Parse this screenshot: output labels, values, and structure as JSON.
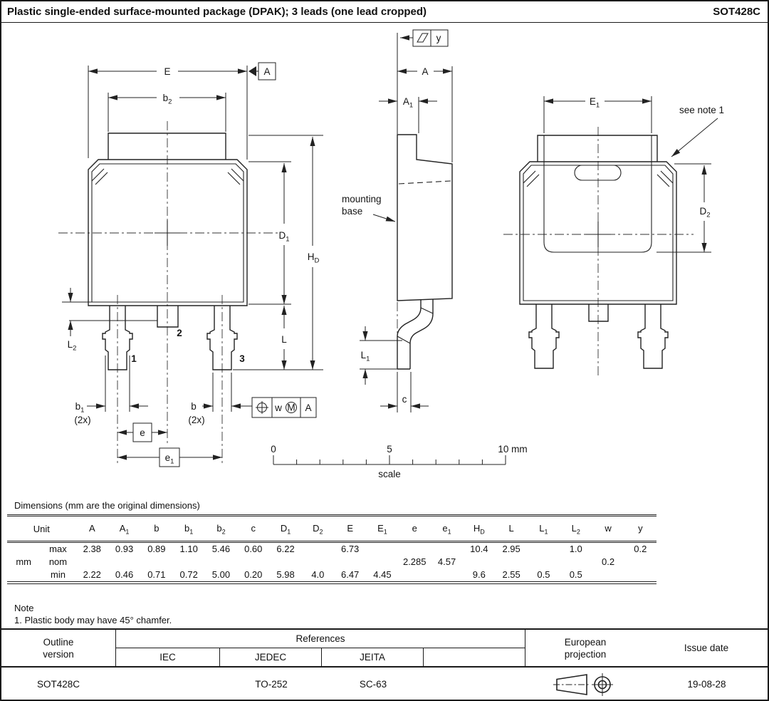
{
  "header": {
    "title": "Plastic single-ended surface-mounted package (DPAK); 3 leads (one lead cropped)",
    "code": "SOT428C"
  },
  "fv": {
    "e_dim": "E",
    "b2": {
      "b": "b",
      "s": "2"
    },
    "datum": "A",
    "d1": {
      "b": "D",
      "s": "1"
    },
    "hd": {
      "b": "H",
      "s": "D"
    },
    "l": "L",
    "l2": {
      "b": "L",
      "s": "2"
    },
    "b1": {
      "b": "b",
      "s": "1"
    },
    "b1_qty": "(2x)",
    "b": "b",
    "b_qty": "(2x)",
    "w": "w",
    "m": "M",
    "fcf_datum": "A",
    "e": "e",
    "e1": {
      "b": "e",
      "s": "1"
    },
    "pin1": "1",
    "pin2": "2",
    "pin3": "3"
  },
  "sv": {
    "y": "y",
    "a": "A",
    "a1": {
      "b": "A",
      "s": "1"
    },
    "mount1": "mounting",
    "mount2": "base",
    "l1": {
      "b": "L",
      "s": "1"
    },
    "c": "c"
  },
  "rv": {
    "e1": {
      "b": "E",
      "s": "1"
    },
    "d2": {
      "b": "D",
      "s": "2"
    },
    "note": "see note 1"
  },
  "sb": {
    "t0": "0",
    "t5": "5",
    "t10": "10 mm",
    "label": "scale"
  },
  "dims": {
    "caption": "Dimensions (mm are the original dimensions)",
    "unit_header": "Unit",
    "unit": "mm",
    "headers": [
      {
        "b": "A",
        "s": ""
      },
      {
        "b": "A",
        "s": "1"
      },
      {
        "b": "b",
        "s": ""
      },
      {
        "b": "b",
        "s": "1"
      },
      {
        "b": "b",
        "s": "2"
      },
      {
        "b": "c",
        "s": ""
      },
      {
        "b": "D",
        "s": "1"
      },
      {
        "b": "D",
        "s": "2"
      },
      {
        "b": "E",
        "s": ""
      },
      {
        "b": "E",
        "s": "1"
      },
      {
        "b": "e",
        "s": ""
      },
      {
        "b": "e",
        "s": "1"
      },
      {
        "b": "H",
        "s": "D"
      },
      {
        "b": "L",
        "s": ""
      },
      {
        "b": "L",
        "s": "1"
      },
      {
        "b": "L",
        "s": "2"
      },
      {
        "b": "w",
        "s": ""
      },
      {
        "b": "y",
        "s": ""
      }
    ],
    "rows": [
      {
        "label": "max",
        "values": [
          "2.38",
          "0.93",
          "0.89",
          "1.10",
          "5.46",
          "0.60",
          "6.22",
          "",
          "6.73",
          "",
          "",
          "",
          "10.4",
          "2.95",
          "",
          "1.0",
          "",
          "0.2"
        ]
      },
      {
        "label": "nom",
        "values": [
          "",
          "",
          "",
          "",
          "",
          "",
          "",
          "",
          "",
          "",
          "2.285",
          "4.57",
          "",
          "",
          "",
          "",
          "0.2",
          ""
        ]
      },
      {
        "label": "min",
        "values": [
          "2.22",
          "0.46",
          "0.71",
          "0.72",
          "5.00",
          "0.20",
          "5.98",
          "4.0",
          "6.47",
          "4.45",
          "",
          "",
          "9.6",
          "2.55",
          "0.5",
          "0.5",
          "",
          ""
        ]
      }
    ]
  },
  "note": {
    "title": "Note",
    "item1": "1. Plastic body may have 45° chamfer."
  },
  "footer": {
    "outline1": "Outline",
    "outline2": "version",
    "references": "References",
    "iec": "IEC",
    "jedec": "JEDEC",
    "jeita": "JEITA",
    "euro1": "European",
    "euro2": "projection",
    "issue": "Issue date",
    "outline_value": "SOT428C",
    "jedec_value": "TO-252",
    "jeita_value": "SC-63",
    "issue_value": "19-08-28"
  }
}
